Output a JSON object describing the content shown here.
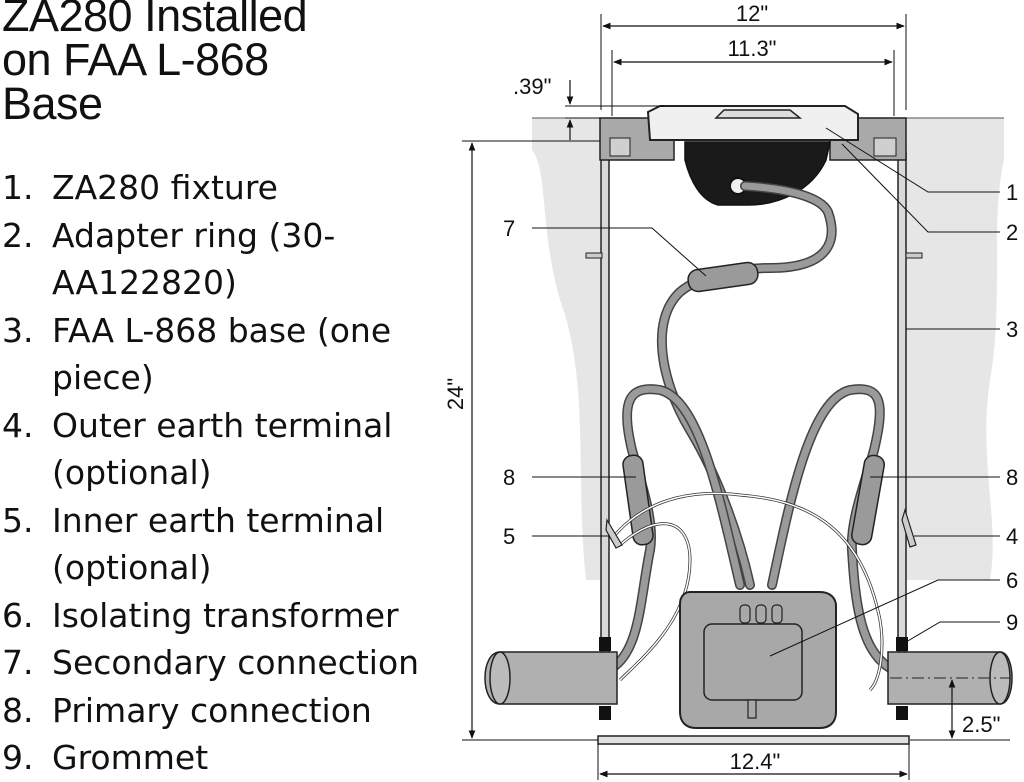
{
  "title": {
    "lines": [
      "ZA280 Installed",
      "on FAA L-868",
      "Base"
    ]
  },
  "legend": [
    {
      "num": "1.",
      "text": "ZA280 fixture"
    },
    {
      "num": "2.",
      "text": "Adapter ring (30-AA122820)"
    },
    {
      "num": "3.",
      "text": "FAA L-868 base (one piece)"
    },
    {
      "num": "4.",
      "text": "Outer earth terminal (optional)"
    },
    {
      "num": "5.",
      "text": "Inner earth terminal (optional)"
    },
    {
      "num": "6.",
      "text": "Isolating transformer"
    },
    {
      "num": "7.",
      "text": "Secondary connection"
    },
    {
      "num": "8.",
      "text": "Primary connection"
    },
    {
      "num": "9.",
      "text": "Grommet"
    }
  ],
  "dimensions": {
    "outer_width": "12\"",
    "inner_width": "11.3\"",
    "offset": ".39\"",
    "height": "24\"",
    "bottom_width": "12.4\"",
    "side_height": "2.5\""
  },
  "callouts": {
    "c1": "1",
    "c2": "2",
    "c3": "3",
    "c4": "4",
    "c5": "5",
    "c6": "6",
    "c7": "7",
    "c8_left": "8",
    "c8_right": "8",
    "c9": "9"
  },
  "colors": {
    "concrete": "#e6e6e6",
    "cable": "#9a9a9a",
    "fixture": "#1a1a1a",
    "transformer": "#a8a8a8"
  }
}
